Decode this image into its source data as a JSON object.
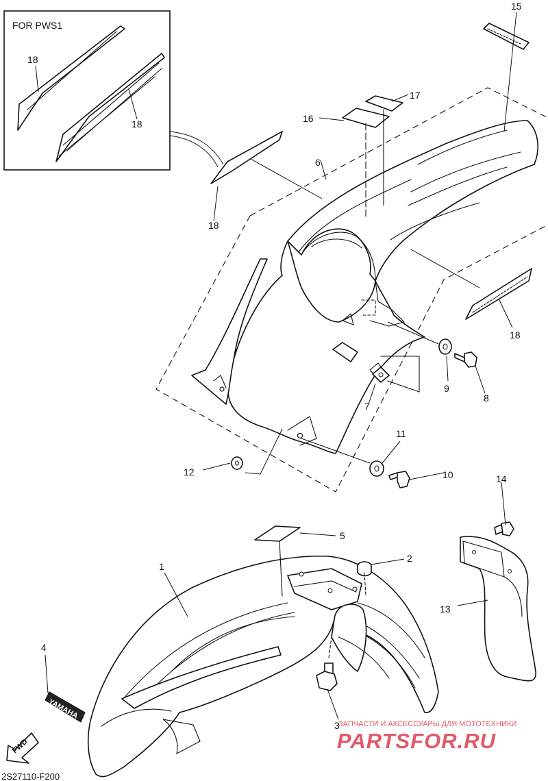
{
  "inset": {
    "title": "FOR PWS1"
  },
  "drawing_code": "2S27110-F200",
  "fwd_arrow_label": "FWD",
  "decal_texts": {
    "fender_logo": "YAMAHA"
  },
  "watermark": {
    "caption": "ЗАПЧАСТИ И АКСЕССУАРЫ ДЛЯ МОТОТЕХНИКИ",
    "logo": "PARTSFOR.RU",
    "color": "#e05a6a"
  },
  "callouts": [
    {
      "id": "c1",
      "label": "1"
    },
    {
      "id": "c2",
      "label": "2"
    },
    {
      "id": "c3",
      "label": "3"
    },
    {
      "id": "c4",
      "label": "4"
    },
    {
      "id": "c5",
      "label": "5"
    },
    {
      "id": "c6",
      "label": "6"
    },
    {
      "id": "c7",
      "label": "7"
    },
    {
      "id": "c8",
      "label": "8"
    },
    {
      "id": "c9",
      "label": "9"
    },
    {
      "id": "c10",
      "label": "10"
    },
    {
      "id": "c11",
      "label": "11"
    },
    {
      "id": "c12",
      "label": "12"
    },
    {
      "id": "c13",
      "label": "13"
    },
    {
      "id": "c14",
      "label": "14"
    },
    {
      "id": "c15",
      "label": "15"
    },
    {
      "id": "c16",
      "label": "16"
    },
    {
      "id": "c17",
      "label": "17"
    },
    {
      "id": "c18a",
      "label": "18"
    },
    {
      "id": "c18b",
      "label": "18"
    },
    {
      "id": "c18c",
      "label": "18"
    },
    {
      "id": "c18d",
      "label": "18"
    }
  ]
}
